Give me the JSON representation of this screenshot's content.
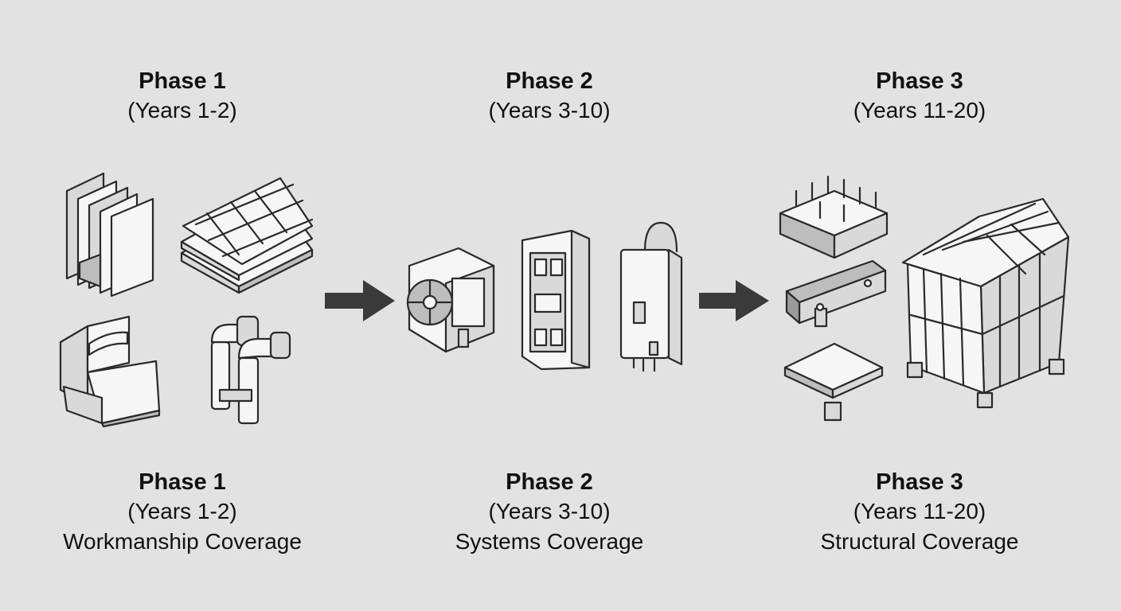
{
  "phases": [
    {
      "title": "Phase 1",
      "years": "(Years 1-2)",
      "coverage": "Workmanship Coverage",
      "icons": [
        "window-frame-icon",
        "roof-shingles-icon",
        "door-sill-trim-icon",
        "plumbing-pipes-icon"
      ]
    },
    {
      "title": "Phase 2",
      "years": "(Years 3-10)",
      "coverage": "Systems Coverage",
      "icons": [
        "hvac-condenser-icon",
        "electrical-panel-icon",
        "water-heater-icon"
      ]
    },
    {
      "title": "Phase 3",
      "years": "(Years 11-20)",
      "coverage": "Structural Coverage",
      "icons": [
        "foundation-slab-rebar-icon",
        "steel-beam-icon",
        "concrete-footing-icon",
        "house-frame-icon"
      ]
    }
  ],
  "arrows": [
    "arrow-right-icon",
    "arrow-right-icon"
  ]
}
